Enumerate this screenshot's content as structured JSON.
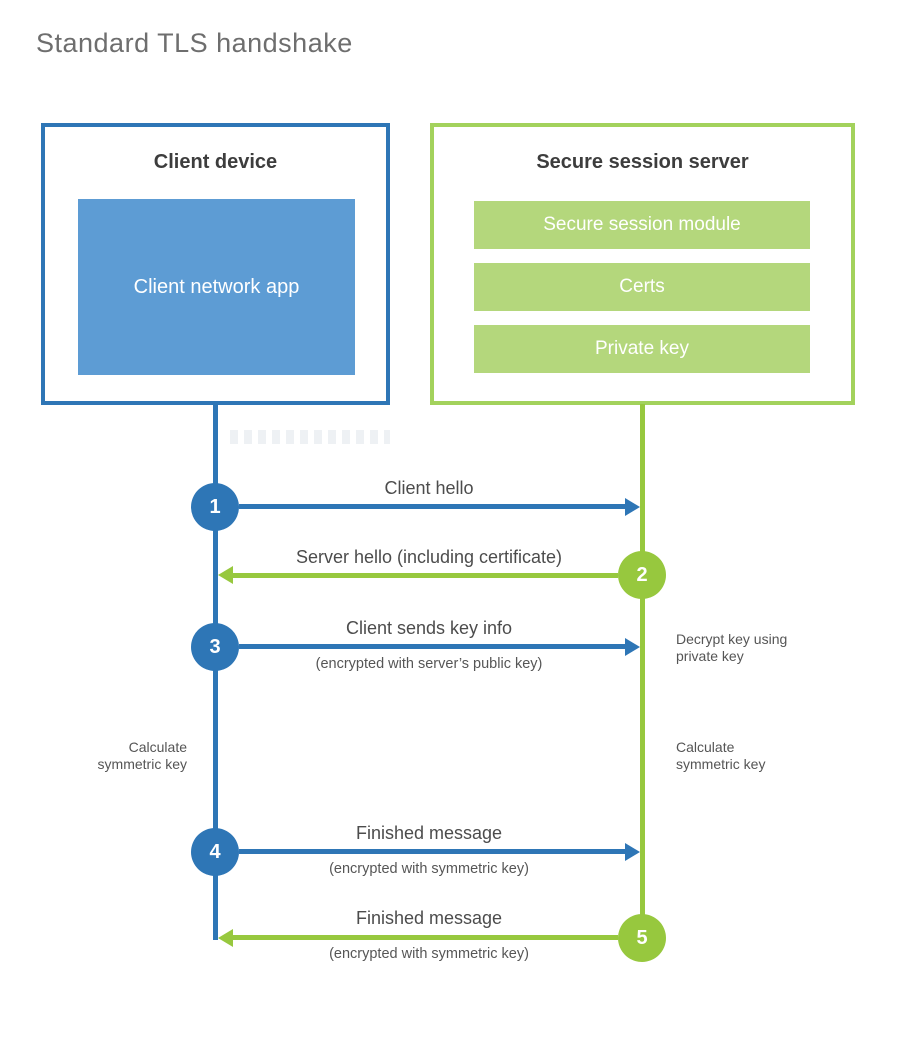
{
  "title": "Standard TLS handshake",
  "colors": {
    "blue": "#2e76b6",
    "blueFill": "#5d9cd4",
    "green": "#97c83e",
    "greenBorder": "#a3d25c",
    "greenFill": "#b4d77c",
    "textDark": "#3d3d3d",
    "textMid": "#4c4c4c",
    "textLight": "#6e6e6e"
  },
  "client": {
    "title": "Client device",
    "app": "Client network app"
  },
  "server": {
    "title": "Secure session server",
    "modules": [
      "Secure session module",
      "Certs",
      "Private key"
    ]
  },
  "messages": [
    {
      "step": "1",
      "label": "Client hello",
      "sub": "",
      "direction": "right",
      "color": "blue"
    },
    {
      "step": "2",
      "label": "Server hello (including certificate)",
      "sub": "",
      "direction": "left",
      "color": "green"
    },
    {
      "step": "3",
      "label": "Client sends key info",
      "sub": "(encrypted with server’s public key)",
      "direction": "right",
      "color": "blue"
    },
    {
      "step": "4",
      "label": "Finished message",
      "sub": "(encrypted with symmetric key)",
      "direction": "right",
      "color": "blue"
    },
    {
      "step": "5",
      "label": "Finished message",
      "sub": "(encrypted with symmetric key)",
      "direction": "left",
      "color": "green"
    }
  ],
  "notes": {
    "decrypt": "Decrypt key using private key",
    "calc_left": "Calculate symmetric key",
    "calc_right": "Calculate symmetric key"
  }
}
